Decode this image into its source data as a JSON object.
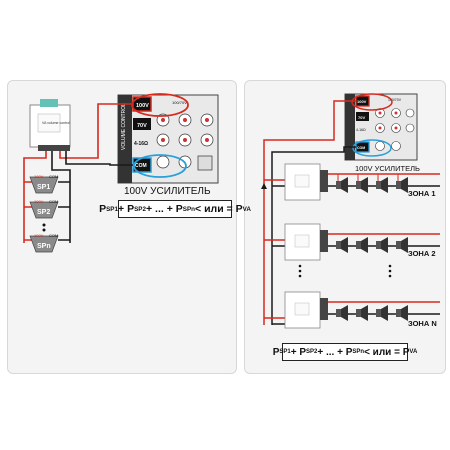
{
  "left": {
    "amp_caption": "100V УСИЛИТЕЛЬ",
    "formula": {
      "p1": "P",
      "s1": "SP1",
      "plus1": " + P",
      "s2": "SP2",
      "dots": " + ... + P",
      "s3": "SPn",
      "rel": "< или = P",
      "s4": "VA"
    },
    "speakers": [
      {
        "label": "SP1",
        "tap": "100V",
        "com": "COM"
      },
      {
        "label": "SP2",
        "tap": "100V",
        "com": "COM"
      },
      {
        "label": "SPn",
        "tap": "100V",
        "com": "COM"
      }
    ],
    "module": {
      "text": "VA volume control"
    }
  },
  "right": {
    "amp_caption": "100V УСИЛИТЕЛЬ",
    "formula": {
      "p1": "P",
      "s1": "SP1",
      "plus1": " + P",
      "s2": "SP2",
      "dots": " + ... + P",
      "s3": "SPn",
      "rel": "< или = P",
      "s4": "VA"
    },
    "zones": [
      "ЗОНА 1",
      "ЗОНА 2",
      "ЗОНА N"
    ]
  },
  "amp": {
    "label_100v": "100V",
    "label_70v": "70V",
    "label_4_16": "4-16Ω",
    "label_com": "COM",
    "brand": "VOLUME CONTROL",
    "small_text": "100/70V"
  },
  "colors": {
    "red": "#d62a1e",
    "black": "#1a1a1a",
    "blue": "#2a9fd8",
    "panel": "#f4f4f4"
  }
}
